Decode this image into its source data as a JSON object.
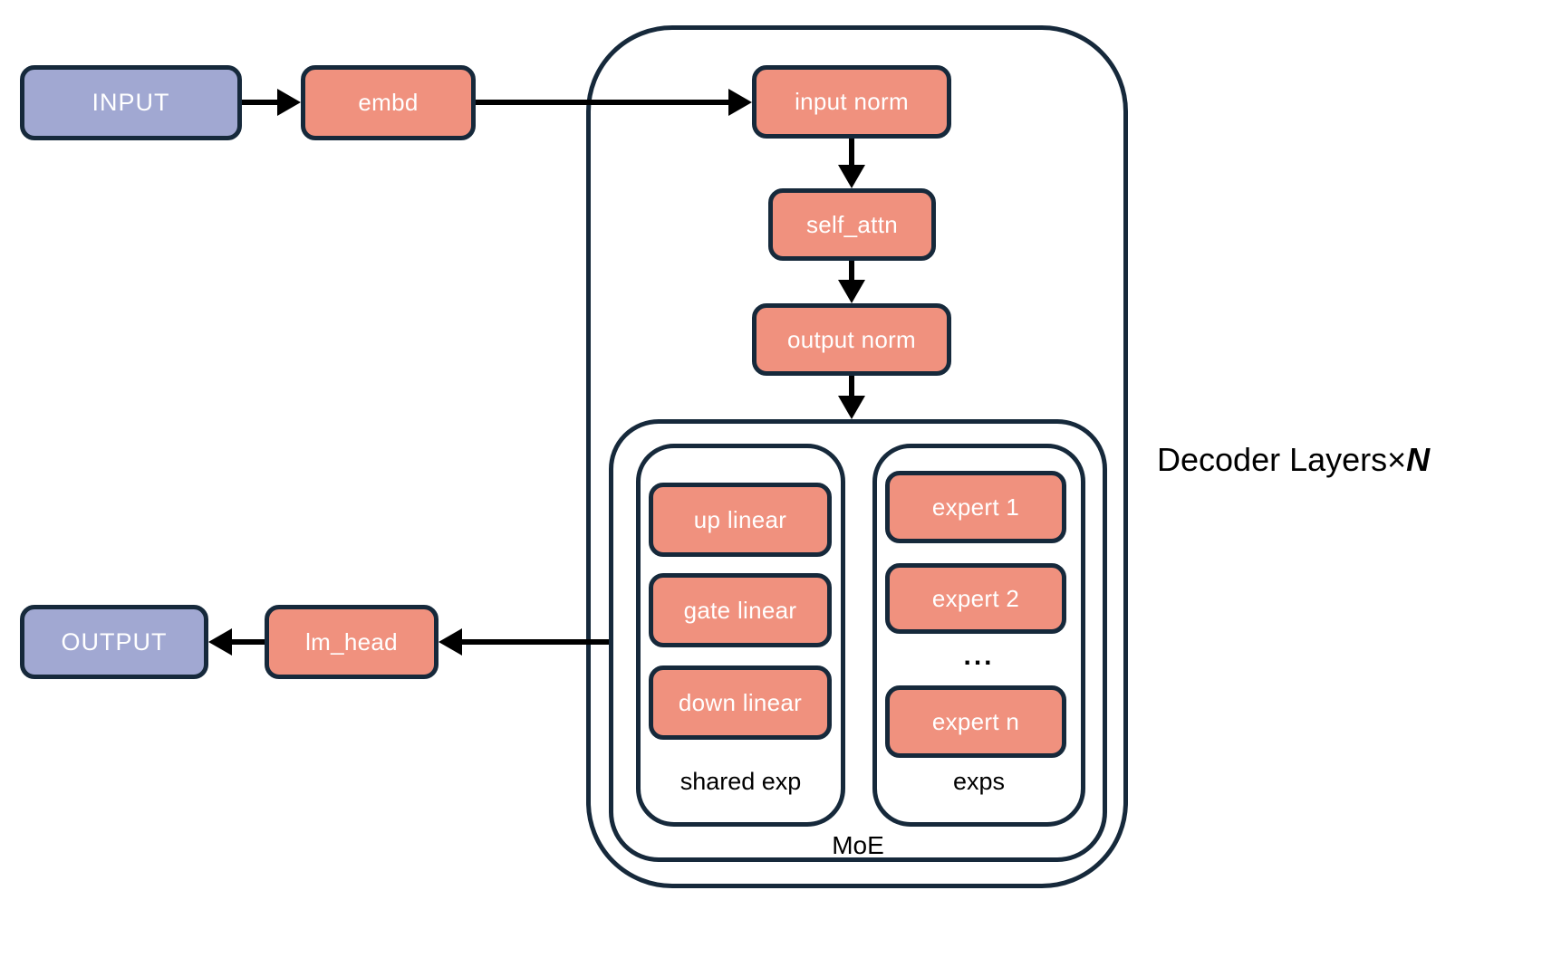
{
  "diagram": {
    "io": {
      "input": "INPUT",
      "output": "OUTPUT"
    },
    "pipeline": {
      "embd": "embd",
      "lm_head": "lm_head"
    },
    "decoder": {
      "label_prefix": "Decoder Layers×",
      "label_n": "N",
      "input_norm": "input norm",
      "self_attn": "self_attn",
      "output_norm": "output norm",
      "moe": {
        "label": "MoE",
        "shared_exp": {
          "label": "shared exp",
          "up_linear": "up linear",
          "gate_linear": "gate linear",
          "down_linear": "down linear"
        },
        "exps": {
          "label": "exps",
          "expert_1": "expert 1",
          "expert_2": "expert 2",
          "ellipsis": "...",
          "expert_n": "expert n"
        }
      }
    },
    "colors": {
      "node_fill": "#F0917E",
      "io_fill": "#A1A8D2",
      "outline": "#16293B",
      "arrow": "#000000",
      "node_text": "#FFFFFF",
      "label_text": "#000000"
    }
  }
}
